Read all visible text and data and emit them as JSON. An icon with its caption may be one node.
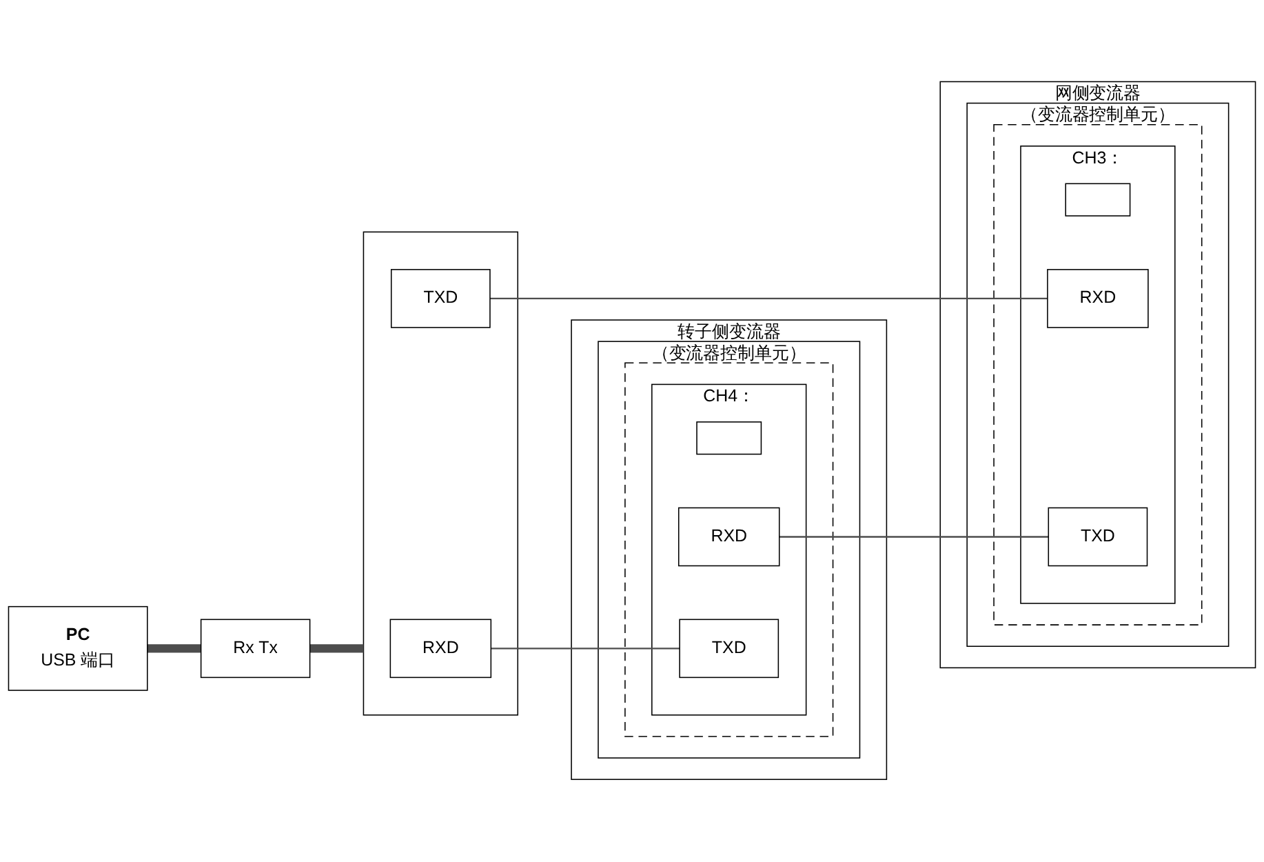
{
  "diagram": {
    "nodes": [
      {
        "text": [
          "PC",
          "USB 端口"
        ]
      },
      {
        "text": [
          "Rx Tx"
        ]
      },
      {
        "text": [],
        "shape": "box"
      },
      {
        "text": [
          "RXD"
        ],
        "in": 2
      },
      {
        "text": [
          "TXD"
        ],
        "in": 2
      },
      {
        "text": [
          "转子侧变流器"
        ]
      },
      {
        "text": [
          "（变流器控制单元）"
        ],
        "in": 5
      },
      {
        "text": [],
        "shape": "box",
        "in": 6
      },
      {
        "text": [
          "CH4："
        ],
        "in": 7
      },
      {
        "text": [],
        "shape": "box",
        "in": 8
      },
      {
        "text": [
          "RXD"
        ],
        "in": 8
      },
      {
        "text": [
          "TXD"
        ],
        "in": 8
      },
      {
        "text": [
          "网侧变流器"
        ]
      },
      {
        "text": [
          "（变流器控制单元）"
        ],
        "in": 12
      },
      {
        "text": [],
        "shape": "box",
        "in": 13
      },
      {
        "text": [
          "CH3："
        ],
        "in": 14
      },
      {
        "text": [],
        "shape": "box",
        "in": 15
      },
      {
        "text": [
          "RXD"
        ],
        "in": 15
      },
      {
        "text": [
          "TXD"
        ],
        "in": 15
      }
    ],
    "edges": [
      {
        "from": 0,
        "to": 1,
        "arrow": "none",
        "style": "thick",
        "color": "#4d4d4d"
      },
      {
        "from": 1,
        "to": 2,
        "arrow": "none",
        "style": "thick",
        "color": "#4d4d4d"
      },
      {
        "from": 3,
        "to": 11,
        "arrow": "none"
      },
      {
        "from": 4,
        "to": 17,
        "arrow": "none"
      },
      {
        "from": 10,
        "to": 18,
        "arrow": "none"
      }
    ]
  }
}
